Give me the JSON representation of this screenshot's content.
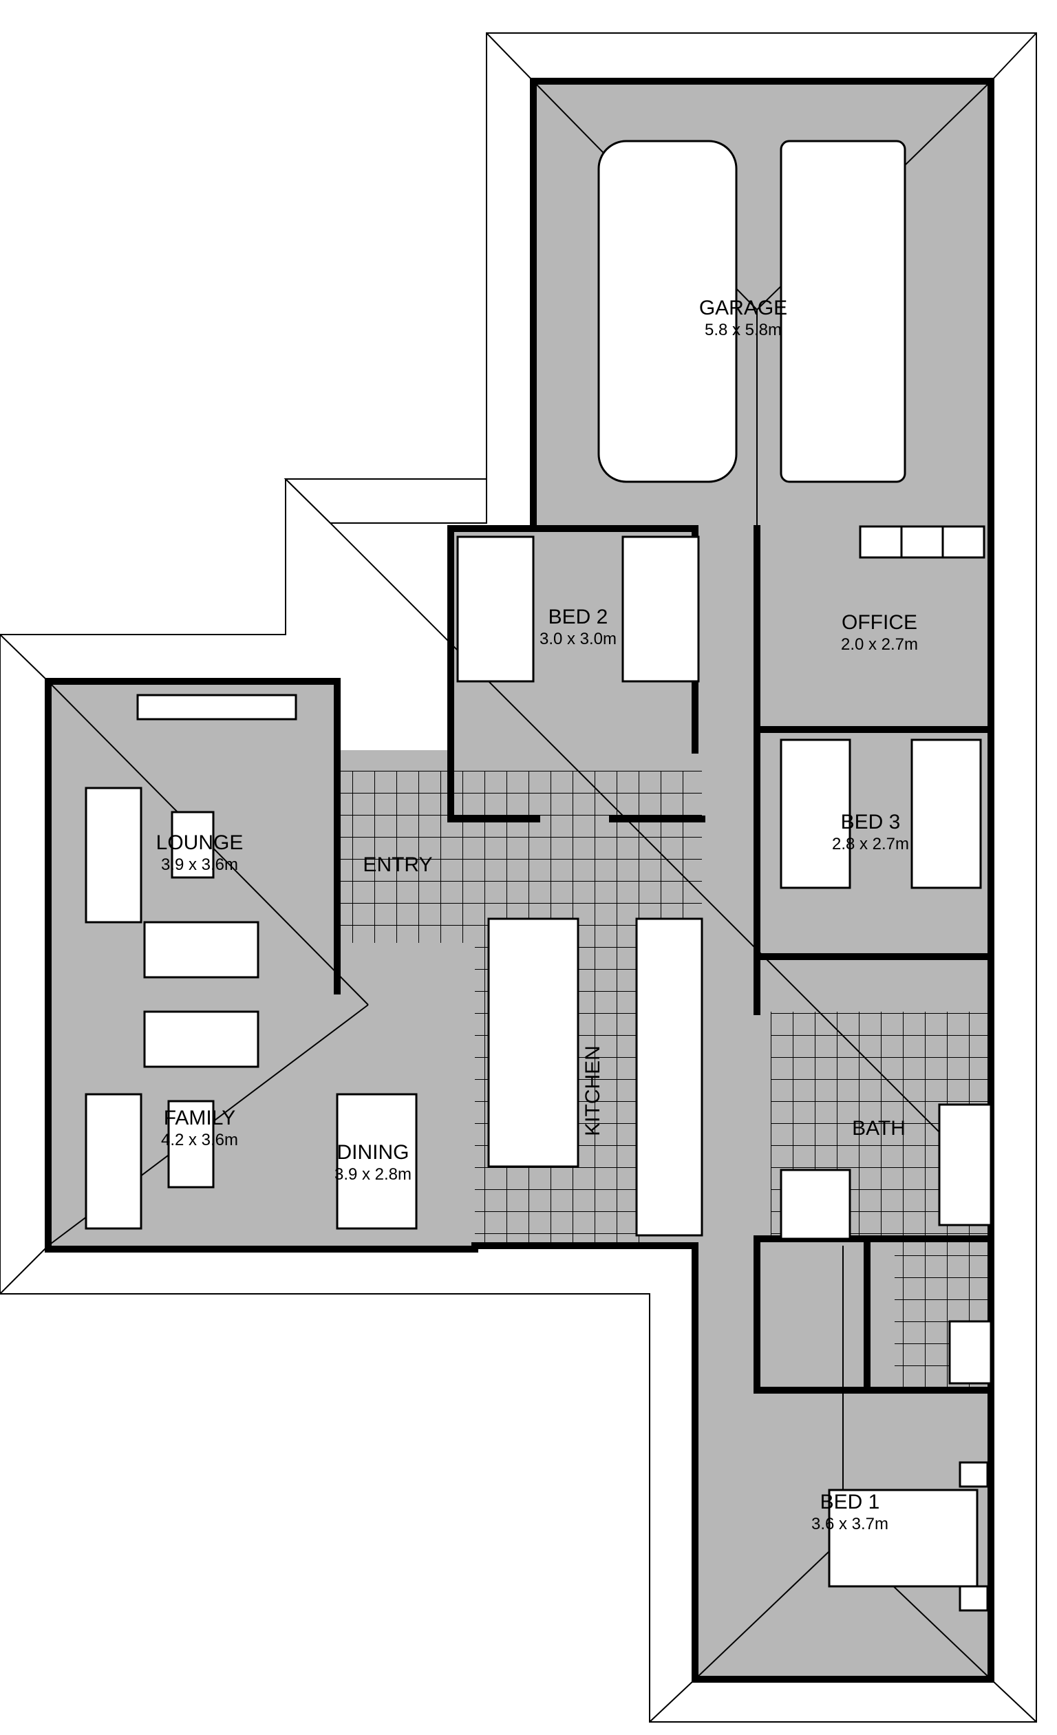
{
  "plan": {
    "floor_color": "#b7b7b7",
    "wall_color": "#000000",
    "eave_color": "#ffffff"
  },
  "rooms": {
    "garage": {
      "name": "GARAGE",
      "dim": "5.8 x 5.8m"
    },
    "bed2": {
      "name": "BED 2",
      "dim": "3.0 x 3.0m"
    },
    "office": {
      "name": "OFFICE",
      "dim": "2.0 x 2.7m"
    },
    "bed3": {
      "name": "BED 3",
      "dim": "2.8 x 2.7m"
    },
    "lounge": {
      "name": "LOUNGE",
      "dim": "3.9 x 3.6m"
    },
    "entry": {
      "name": "ENTRY"
    },
    "kitchen": {
      "name": "KITCHEN"
    },
    "family": {
      "name": "FAMILY",
      "dim": "4.2 x 3.6m"
    },
    "dining": {
      "name": "DINING",
      "dim": "3.9 x 2.8m"
    },
    "bath": {
      "name": "BATH"
    },
    "bed1": {
      "name": "BED 1",
      "dim": "3.6 x 3.7m"
    }
  }
}
